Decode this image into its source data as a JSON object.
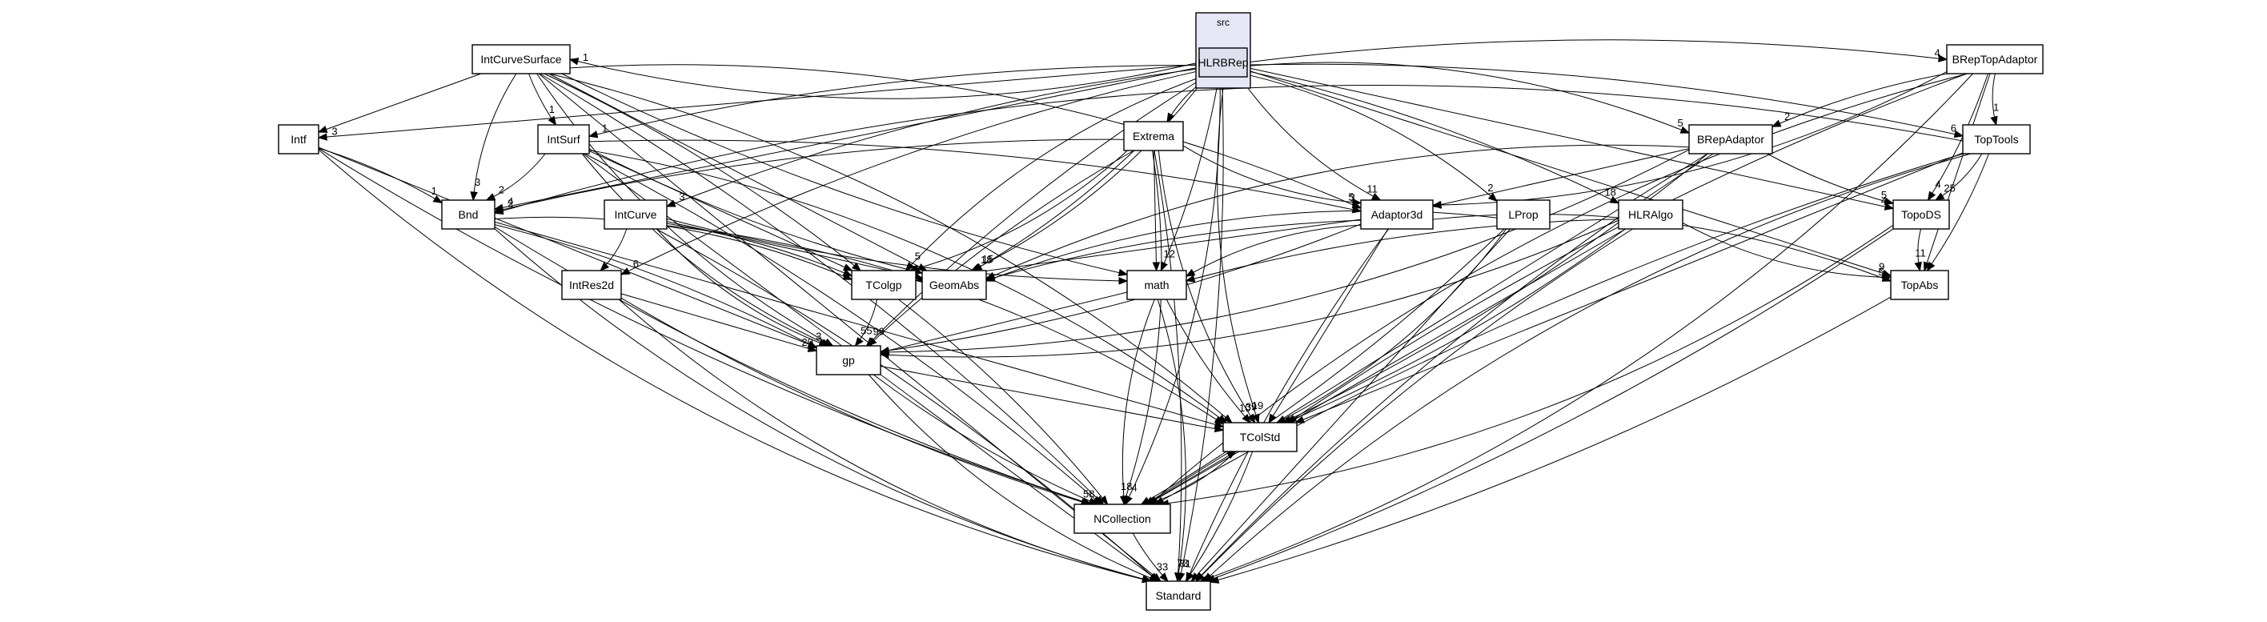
{
  "cluster": {
    "label": "src"
  },
  "nodes": {
    "HLRBRep": "HLRBRep",
    "IntCurveSurface": "IntCurveSurface",
    "BRepTopAdaptor": "BRepTopAdaptor",
    "Intf": "Intf",
    "IntSurf": "IntSurf",
    "Extrema": "Extrema",
    "BRepAdaptor": "BRepAdaptor",
    "TopTools": "TopTools",
    "Bnd": "Bnd",
    "IntCurve": "IntCurve",
    "Adaptor3d": "Adaptor3d",
    "LProp": "LProp",
    "HLRAlgo": "HLRAlgo",
    "TopoDS": "TopoDS",
    "IntRes2d": "IntRes2d",
    "TColgp": "TColgp",
    "GeomAbs": "GeomAbs",
    "math": "math",
    "TopAbs": "TopAbs",
    "gp": "gp",
    "TColStd": "TColStd",
    "NCollection": "NCollection",
    "Standard": "Standard"
  },
  "edges": [
    {
      "from": "HLRBRep",
      "to": "IntCurveSurface",
      "label": "1"
    },
    {
      "from": "HLRBRep",
      "to": "BRepTopAdaptor",
      "label": "4"
    },
    {
      "from": "HLRBRep",
      "to": "Intf",
      "label": "3"
    },
    {
      "from": "HLRBRep",
      "to": "IntSurf",
      "label": "1"
    },
    {
      "from": "HLRBRep",
      "to": "Extrema",
      "label": ""
    },
    {
      "from": "HLRBRep",
      "to": "BRepAdaptor",
      "label": "5"
    },
    {
      "from": "HLRBRep",
      "to": "TopTools",
      "label": "6"
    },
    {
      "from": "HLRBRep",
      "to": "Bnd",
      "label": "4"
    },
    {
      "from": "HLRBRep",
      "to": "IntCurve",
      "label": "3"
    },
    {
      "from": "HLRBRep",
      "to": "Adaptor3d",
      "label": "11"
    },
    {
      "from": "HLRBRep",
      "to": "LProp",
      "label": "2"
    },
    {
      "from": "HLRBRep",
      "to": "HLRAlgo",
      "label": "18"
    },
    {
      "from": "HLRBRep",
      "to": "TopoDS",
      "label": "4"
    },
    {
      "from": "HLRBRep",
      "to": "IntRes2d",
      "label": "6"
    },
    {
      "from": "HLRBRep",
      "to": "TColgp",
      "label": "5"
    },
    {
      "from": "HLRBRep",
      "to": "GeomAbs",
      "label": "18"
    },
    {
      "from": "HLRBRep",
      "to": "math",
      "label": "12"
    },
    {
      "from": "HLRBRep",
      "to": "TopAbs",
      "label": "9"
    },
    {
      "from": "HLRBRep",
      "to": "gp",
      "label": "99"
    },
    {
      "from": "HLRBRep",
      "to": "TColStd",
      "label": "19"
    },
    {
      "from": "HLRBRep",
      "to": "NCollection",
      "label": "4"
    },
    {
      "from": "HLRBRep",
      "to": "Standard",
      "label": "81"
    },
    {
      "from": "IntCurveSurface",
      "to": "Intf",
      "label": ""
    },
    {
      "from": "IntCurveSurface",
      "to": "IntSurf",
      "label": "1"
    },
    {
      "from": "IntCurveSurface",
      "to": "Bnd",
      "label": "3"
    },
    {
      "from": "IntCurveSurface",
      "to": "Adaptor3d",
      "label": "3"
    },
    {
      "from": "IntCurveSurface",
      "to": "TColgp",
      "label": ""
    },
    {
      "from": "IntCurveSurface",
      "to": "GeomAbs",
      "label": ""
    },
    {
      "from": "IntCurveSurface",
      "to": "math",
      "label": ""
    },
    {
      "from": "IntCurveSurface",
      "to": "gp",
      "label": ""
    },
    {
      "from": "IntCurveSurface",
      "to": "TColStd",
      "label": ""
    },
    {
      "from": "IntCurveSurface",
      "to": "NCollection",
      "label": ""
    },
    {
      "from": "IntCurveSurface",
      "to": "Standard",
      "label": ""
    },
    {
      "from": "BRepTopAdaptor",
      "to": "BRepAdaptor",
      "label": "2"
    },
    {
      "from": "BRepTopAdaptor",
      "to": "TopTools",
      "label": "1"
    },
    {
      "from": "BRepTopAdaptor",
      "to": "Adaptor3d",
      "label": ""
    },
    {
      "from": "BRepTopAdaptor",
      "to": "TopoDS",
      "label": "4"
    },
    {
      "from": "BRepTopAdaptor",
      "to": "TopAbs",
      "label": ""
    },
    {
      "from": "BRepTopAdaptor",
      "to": "TColStd",
      "label": ""
    },
    {
      "from": "BRepTopAdaptor",
      "to": "NCollection",
      "label": ""
    },
    {
      "from": "BRepTopAdaptor",
      "to": "Standard",
      "label": ""
    },
    {
      "from": "Intf",
      "to": "Bnd",
      "label": "1"
    },
    {
      "from": "Intf",
      "to": "gp",
      "label": ""
    },
    {
      "from": "Intf",
      "to": "NCollection",
      "label": ""
    },
    {
      "from": "Intf",
      "to": "Standard",
      "label": ""
    },
    {
      "from": "IntSurf",
      "to": "Bnd",
      "label": "2"
    },
    {
      "from": "IntSurf",
      "to": "Adaptor3d",
      "label": ""
    },
    {
      "from": "IntSurf",
      "to": "TColgp",
      "label": ""
    },
    {
      "from": "IntSurf",
      "to": "GeomAbs",
      "label": ""
    },
    {
      "from": "IntSurf",
      "to": "gp",
      "label": ""
    },
    {
      "from": "IntSurf",
      "to": "TColStd",
      "label": ""
    },
    {
      "from": "IntSurf",
      "to": "NCollection",
      "label": ""
    },
    {
      "from": "IntSurf",
      "to": "Standard",
      "label": ""
    },
    {
      "from": "Extrema",
      "to": "Bnd",
      "label": "2"
    },
    {
      "from": "Extrema",
      "to": "Adaptor3d",
      "label": "5"
    },
    {
      "from": "Extrema",
      "to": "TColgp",
      "label": ""
    },
    {
      "from": "Extrema",
      "to": "GeomAbs",
      "label": "15"
    },
    {
      "from": "Extrema",
      "to": "math",
      "label": ""
    },
    {
      "from": "Extrema",
      "to": "gp",
      "label": ""
    },
    {
      "from": "Extrema",
      "to": "TColStd",
      "label": "39"
    },
    {
      "from": "Extrema",
      "to": "NCollection",
      "label": ""
    },
    {
      "from": "Extrema",
      "to": "Standard",
      "label": ""
    },
    {
      "from": "BRepAdaptor",
      "to": "Adaptor3d",
      "label": ""
    },
    {
      "from": "BRepAdaptor",
      "to": "TopoDS",
      "label": "5"
    },
    {
      "from": "BRepAdaptor",
      "to": "GeomAbs",
      "label": ""
    },
    {
      "from": "BRepAdaptor",
      "to": "gp",
      "label": ""
    },
    {
      "from": "BRepAdaptor",
      "to": "TColStd",
      "label": ""
    },
    {
      "from": "BRepAdaptor",
      "to": "NCollection",
      "label": ""
    },
    {
      "from": "BRepAdaptor",
      "to": "Standard",
      "label": ""
    },
    {
      "from": "TopTools",
      "to": "Bnd",
      "label": ""
    },
    {
      "from": "TopTools",
      "to": "TopoDS",
      "label": "25"
    },
    {
      "from": "TopTools",
      "to": "TopAbs",
      "label": ""
    },
    {
      "from": "TopTools",
      "to": "TColStd",
      "label": ""
    },
    {
      "from": "TopTools",
      "to": "NCollection",
      "label": ""
    },
    {
      "from": "TopTools",
      "to": "Standard",
      "label": ""
    },
    {
      "from": "Bnd",
      "to": "TColgp",
      "label": ""
    },
    {
      "from": "Bnd",
      "to": "gp",
      "label": ""
    },
    {
      "from": "Bnd",
      "to": "TColStd",
      "label": ""
    },
    {
      "from": "Bnd",
      "to": "NCollection",
      "label": ""
    },
    {
      "from": "Bnd",
      "to": "Standard",
      "label": ""
    },
    {
      "from": "IntCurve",
      "to": "IntRes2d",
      "label": ""
    },
    {
      "from": "IntCurve",
      "to": "TColgp",
      "label": ""
    },
    {
      "from": "IntCurve",
      "to": "GeomAbs",
      "label": ""
    },
    {
      "from": "IntCurve",
      "to": "math",
      "label": ""
    },
    {
      "from": "IntCurve",
      "to": "gp",
      "label": "3"
    },
    {
      "from": "IntCurve",
      "to": "TColStd",
      "label": ""
    },
    {
      "from": "IntCurve",
      "to": "Standard",
      "label": ""
    },
    {
      "from": "Adaptor3d",
      "to": "TColgp",
      "label": ""
    },
    {
      "from": "Adaptor3d",
      "to": "GeomAbs",
      "label": ""
    },
    {
      "from": "Adaptor3d",
      "to": "math",
      "label": ""
    },
    {
      "from": "Adaptor3d",
      "to": "TopAbs",
      "label": ""
    },
    {
      "from": "Adaptor3d",
      "to": "gp",
      "label": ""
    },
    {
      "from": "Adaptor3d",
      "to": "TColStd",
      "label": ""
    },
    {
      "from": "Adaptor3d",
      "to": "Standard",
      "label": ""
    },
    {
      "from": "LProp",
      "to": "GeomAbs",
      "label": ""
    },
    {
      "from": "LProp",
      "to": "TColStd",
      "label": ""
    },
    {
      "from": "LProp",
      "to": "NCollection",
      "label": ""
    },
    {
      "from": "LProp",
      "to": "Standard",
      "label": ""
    },
    {
      "from": "HLRAlgo",
      "to": "math",
      "label": ""
    },
    {
      "from": "HLRAlgo",
      "to": "TopAbs",
      "label": "5"
    },
    {
      "from": "HLRAlgo",
      "to": "gp",
      "label": ""
    },
    {
      "from": "HLRAlgo",
      "to": "TColStd",
      "label": ""
    },
    {
      "from": "HLRAlgo",
      "to": "NCollection",
      "label": ""
    },
    {
      "from": "HLRAlgo",
      "to": "Standard",
      "label": ""
    },
    {
      "from": "TopoDS",
      "to": "TopAbs",
      "label": "11"
    },
    {
      "from": "TopoDS",
      "to": "NCollection",
      "label": ""
    },
    {
      "from": "TopoDS",
      "to": "Standard",
      "label": ""
    },
    {
      "from": "IntRes2d",
      "to": "gp",
      "label": "20"
    },
    {
      "from": "IntRes2d",
      "to": "NCollection",
      "label": ""
    },
    {
      "from": "IntRes2d",
      "to": "Standard",
      "label": ""
    },
    {
      "from": "TColgp",
      "to": "gp",
      "label": "55"
    },
    {
      "from": "TColgp",
      "to": "NCollection",
      "label": ""
    },
    {
      "from": "math",
      "to": "gp",
      "label": ""
    },
    {
      "from": "math",
      "to": "TColStd",
      "label": "10"
    },
    {
      "from": "math",
      "to": "NCollection",
      "label": "18"
    },
    {
      "from": "math",
      "to": "Standard",
      "label": "73"
    },
    {
      "from": "TopAbs",
      "to": "Standard",
      "label": ""
    },
    {
      "from": "gp",
      "to": "TColStd",
      "label": ""
    },
    {
      "from": "gp",
      "to": "NCollection",
      "label": "58"
    },
    {
      "from": "gp",
      "to": "Standard",
      "label": ""
    },
    {
      "from": "TColStd",
      "to": "NCollection",
      "label": ""
    },
    {
      "from": "TColStd",
      "to": "Standard",
      "label": ""
    },
    {
      "from": "NCollection",
      "to": "TColStd",
      "label": ""
    },
    {
      "from": "NCollection",
      "to": "Standard",
      "label": "33"
    }
  ]
}
